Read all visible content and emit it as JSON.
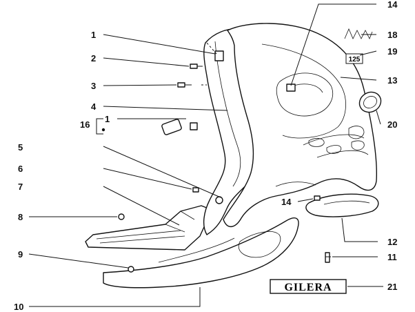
{
  "callouts": [
    {
      "id": "c1",
      "label": "1"
    },
    {
      "id": "c2",
      "label": "2"
    },
    {
      "id": "c3",
      "label": "3"
    },
    {
      "id": "c4",
      "label": "4"
    },
    {
      "id": "c5",
      "label": "5"
    },
    {
      "id": "c6",
      "label": "6"
    },
    {
      "id": "c7",
      "label": "7"
    },
    {
      "id": "c8",
      "label": "8"
    },
    {
      "id": "c9",
      "label": "9"
    },
    {
      "id": "c10",
      "label": "10"
    },
    {
      "id": "c11",
      "label": "11"
    },
    {
      "id": "c12",
      "label": "12"
    },
    {
      "id": "c13",
      "label": "13"
    },
    {
      "id": "c14a",
      "label": "14"
    },
    {
      "id": "c14b",
      "label": "14"
    },
    {
      "id": "c16",
      "label": "16"
    },
    {
      "id": "c16s1",
      "label": "1"
    },
    {
      "id": "c18",
      "label": "18"
    },
    {
      "id": "c19",
      "label": "19"
    },
    {
      "id": "c20",
      "label": "20"
    },
    {
      "id": "c21",
      "label": "21"
    }
  ],
  "decals": {
    "brand": "GILERA",
    "engine_size": "125"
  }
}
